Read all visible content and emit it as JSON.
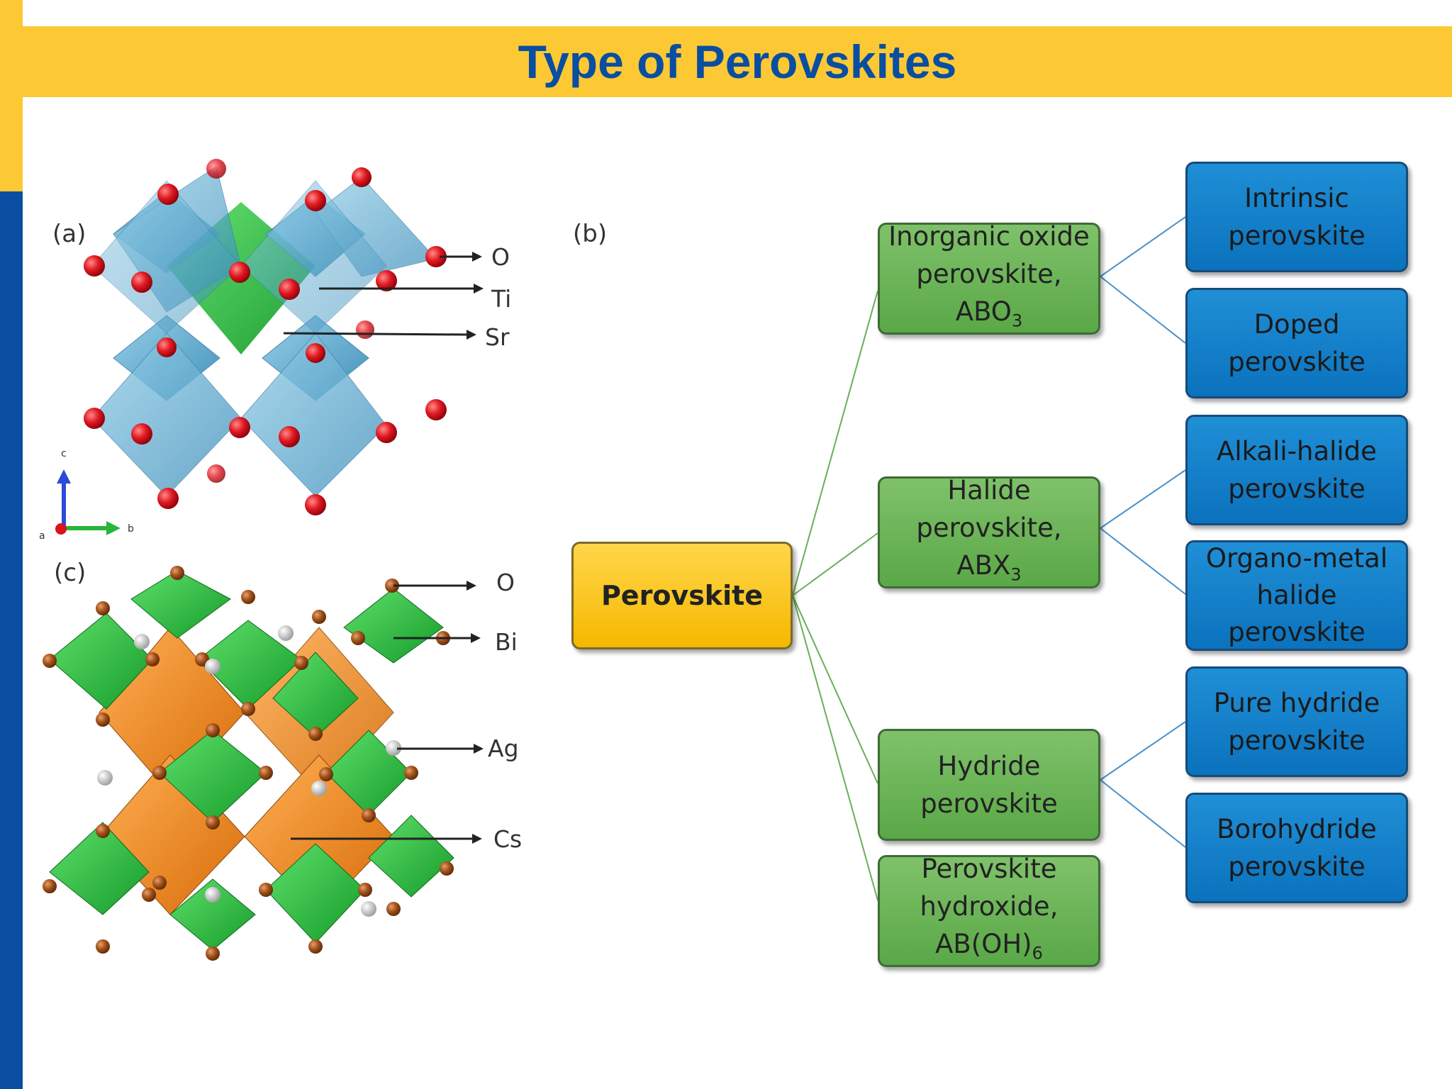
{
  "slide": {
    "title": "Type of Perovskites"
  },
  "panel_a": {
    "label": "(a)",
    "atoms": [
      "O",
      "Ti",
      "Sr"
    ],
    "axes": {
      "c": "c",
      "b": "b",
      "a": "a"
    }
  },
  "panel_b": {
    "label": "(b)"
  },
  "panel_c": {
    "label": "(c)",
    "atoms": [
      "O",
      "Bi",
      "Ag",
      "Cs"
    ]
  },
  "tree": {
    "root": "Perovskite",
    "categories": [
      {
        "text": "Inorganic oxide\nperovskite,\nABO",
        "sub": "3"
      },
      {
        "text": "Halide\nperovskite,\nABX",
        "sub": "3"
      },
      {
        "text": "Hydride\nperovskite",
        "sub": ""
      },
      {
        "text": "Perovskite\nhydroxide,\nAB(OH)",
        "sub": "6"
      }
    ],
    "leaves": [
      "Intrinsic\nperovskite",
      "Doped\nperovskite",
      "Alkali-halide\nperovskite",
      "Organo-metal\nhalide\nperovskite",
      "Pure hydride\nperovskite",
      "Borohydride\nperovskite"
    ]
  },
  "colors": {
    "accent_yellow": "#fcc934",
    "accent_blue": "#0a4ea2",
    "category_green": "#6ab457",
    "leaf_blue": "#1a85cf",
    "root_yellow": "#fcc80a",
    "octahedron_blue": "#4fa8cf",
    "octahedron_green": "#25b33a",
    "octahedron_orange": "#f08a1a",
    "oxygen_red": "#d8141c",
    "oxygen_brown": "#9a4a18"
  }
}
